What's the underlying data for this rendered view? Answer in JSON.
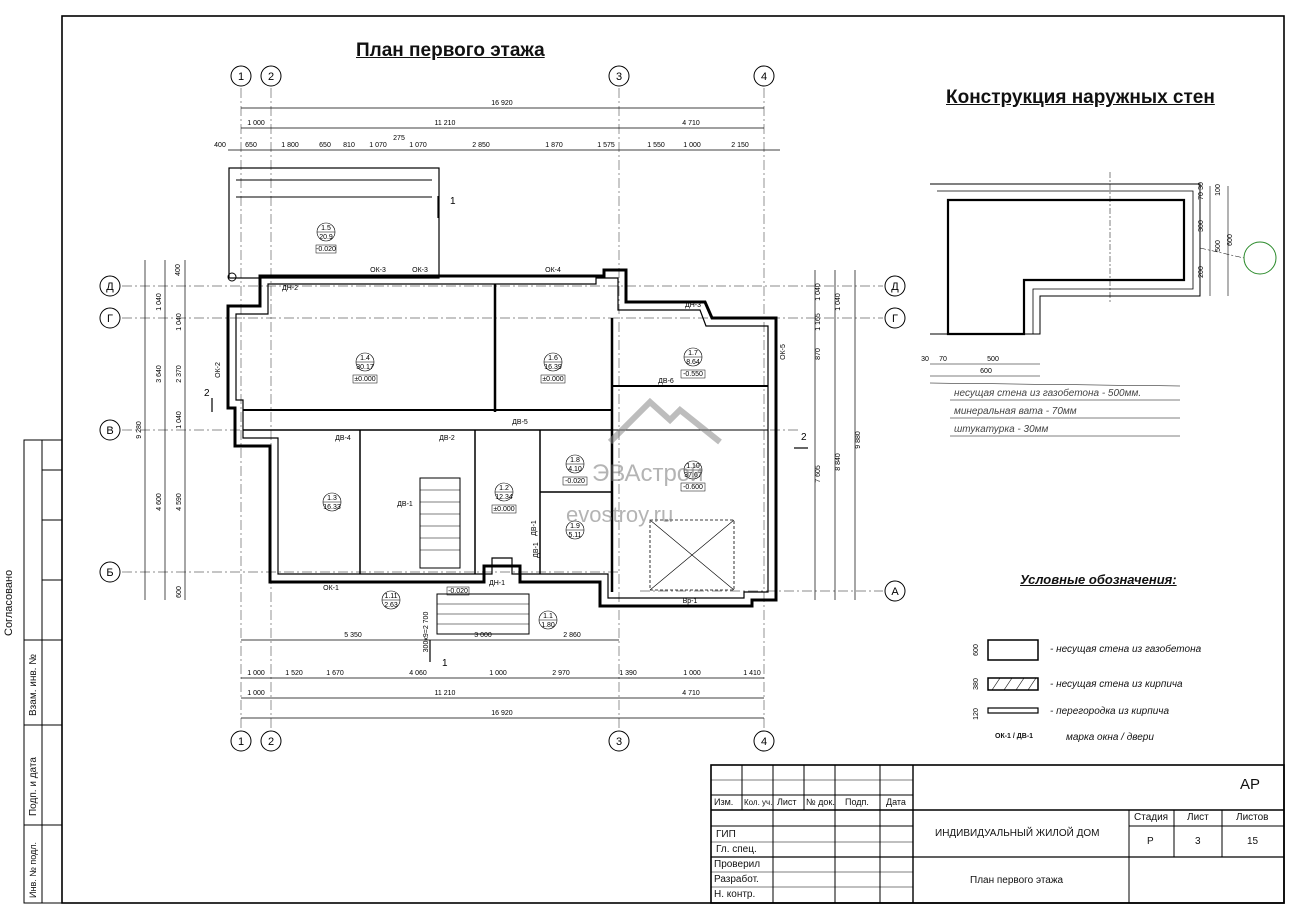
{
  "titles": {
    "plan": "План первого этажа",
    "walls": "Конструкция наружных стен",
    "legend": "Условные обозначения:"
  },
  "axes": {
    "top": [
      "1",
      "2",
      "3",
      "4"
    ],
    "bottom": [
      "1",
      "2",
      "3",
      "4"
    ],
    "left": [
      "Д",
      "Г",
      "В",
      "Б"
    ],
    "right": [
      "Д",
      "Г",
      "А"
    ]
  },
  "dimensions": {
    "top_total": "16 920",
    "top_axes": [
      "1 000",
      "11 210",
      "4 710"
    ],
    "top_chain": [
      "400",
      "650",
      "1 800",
      "650",
      "810",
      "1 070",
      "275",
      "1 070",
      "2 850",
      "1 870",
      "1 575",
      "1 550",
      "1 000",
      "2 150"
    ],
    "bottom_chain": [
      "1 000",
      "1 520",
      "1 670",
      "4 060",
      "1 000",
      "2 970",
      "1 390",
      "1 000",
      "1 410"
    ],
    "bottom_axes": [
      "1 000",
      "11 210",
      "4 710"
    ],
    "bottom_total": "16 920",
    "bottom_inner": [
      "5 350",
      "3 000",
      "2 860"
    ],
    "left_chain": [
      "400",
      "1 040",
      "1 040",
      "3 640",
      "2 370",
      "1 040",
      "4 600",
      "4 590",
      "600"
    ],
    "left_total": "9 280",
    "right_chain": [
      "1 040",
      "1 040",
      "1 165",
      "870",
      "7 605",
      "8 840",
      "9 880"
    ]
  },
  "rooms": [
    {
      "num": "1.5",
      "area": "20.9",
      "level": "-0.020"
    },
    {
      "num": "1.4",
      "area": "30.17",
      "level": "±0.000"
    },
    {
      "num": "1.6",
      "area": "16.39",
      "level": "±0.000"
    },
    {
      "num": "1.7",
      "area": "8.64",
      "level": "-0.550"
    },
    {
      "num": "1.3",
      "area": "16.33",
      "level": ""
    },
    {
      "num": "1.2",
      "area": "12.34",
      "level": "±0.000"
    },
    {
      "num": "1.8",
      "area": "4.10",
      "level": "-0.020"
    },
    {
      "num": "1.9",
      "area": "5.11",
      "level": ""
    },
    {
      "num": "1.10",
      "area": "37.67",
      "level": "-0.600"
    },
    {
      "num": "1.11",
      "area": "2.63",
      "level": ""
    },
    {
      "num": "1.1",
      "area": "1.80",
      "level": ""
    }
  ],
  "marks": [
    "ОК-3",
    "ОК-3",
    "ОК-4",
    "ДН-2",
    "ДН-3",
    "ОК-2",
    "ОК-5",
    "ДВ-4",
    "ДВ-2",
    "ДВ-5",
    "ДВ-6",
    "ДВ-1",
    "ДВ-1",
    "ДВ-1",
    "ОК-1",
    "ДН-1",
    "Вр-1"
  ],
  "levels": {
    "entry": "-0.020"
  },
  "stair_note": "300х9=2 700",
  "wall_construction": {
    "layers": [
      "несущая стена из газобетона - 500мм.",
      "минеральная вата - 70мм",
      "штукатурка - 30мм"
    ],
    "dims_right": [
      "30",
      "70",
      "100",
      "300",
      "500",
      "200",
      "600"
    ],
    "dims_bottom": [
      "30",
      "70",
      "500",
      "600"
    ]
  },
  "legend": [
    {
      "label": "- несущая стена из газобетона",
      "dim": "600"
    },
    {
      "label": "- несущая стена из кирпича",
      "dim": "380"
    },
    {
      "label": "- перегородка из кирпича",
      "dim": "120"
    }
  ],
  "legend_mark": {
    "code": "ОК-1 / ДВ-1",
    "label": "марка окна / двери"
  },
  "watermark": {
    "brand": "ЭВАстрой",
    "site": "evostroy.ru"
  },
  "side_stamp": [
    "Согласовано",
    "Взам. инв. №",
    "Подп. и дата",
    "Инв. № подл."
  ],
  "title_block": {
    "code": "АР",
    "headers": [
      "Изм.",
      "Кол. уч.",
      "Лист",
      "№ док.",
      "Подп.",
      "Дата"
    ],
    "roles": [
      "ГИП",
      "Гл. спец.",
      "Проверил",
      "Разработ.",
      "Н. контр."
    ],
    "project": "ИНДИВИДУАЛЬНЫЙ ЖИЛОЙ ДОМ",
    "sheet_title": "План первого этажа",
    "stage_h": "Стадия",
    "sheet_h": "Лист",
    "sheets_h": "Листов",
    "stage": "Р",
    "sheet": "3",
    "sheets": "15"
  },
  "section_marks": [
    "1",
    "1",
    "2",
    "2"
  ]
}
